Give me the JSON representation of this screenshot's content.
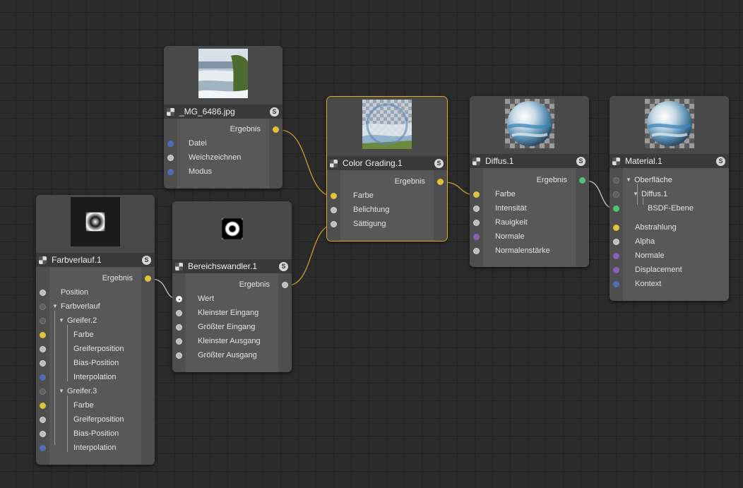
{
  "nodes": {
    "image": {
      "title": "_MG_6486.jpg",
      "badge": "S",
      "output": "Ergebnis",
      "inputs": [
        "Datei",
        "Weichzeichnen",
        "Modus"
      ]
    },
    "color_grading": {
      "title": "Color Grading.1",
      "badge": "S",
      "output": "Ergebnis",
      "inputs": [
        "Farbe",
        "Belichtung",
        "Sättigung"
      ]
    },
    "diffus": {
      "title": "Diffus.1",
      "badge": "S",
      "output": "Ergebnis",
      "inputs": [
        "Farbe",
        "Intensität",
        "Rauigkeit",
        "Normale",
        "Normalenstärke"
      ]
    },
    "material": {
      "title": "Material.1",
      "badge": "S",
      "tree": [
        "Oberfläche",
        "Diffus.1",
        "BSDF-Ebene"
      ],
      "inputs": [
        "Abstrahlung",
        "Alpha",
        "Normale",
        "Displacement",
        "Kontext"
      ]
    },
    "gradient": {
      "title": "Farbverlauf.1",
      "badge": "S",
      "output": "Ergebnis",
      "position": "Position",
      "group": "Farbverlauf",
      "knots": [
        {
          "name": "Greifer.2",
          "params": [
            "Farbe",
            "Greiferposition",
            "Bias-Position",
            "Interpolation"
          ]
        },
        {
          "name": "Greifer.3",
          "params": [
            "Farbe",
            "Greiferposition",
            "Bias-Position",
            "Interpolation"
          ]
        }
      ]
    },
    "range_mapper": {
      "title": "Bereichswandler.1",
      "badge": "S",
      "output": "Ergebnis",
      "inputs": [
        "Wert",
        "Kleinster Eingang",
        "Größter Eingang",
        "Kleinster Ausgang",
        "Größter Ausgang"
      ]
    }
  },
  "colors": {
    "selection": "#e3a92c",
    "wire_color": "#d39a2a",
    "wire_value": "#c8c8c8",
    "port_color": "#e3c13a",
    "port_value": "#bdbdbd",
    "port_vector": "#4f6fb8",
    "port_normal": "#8b5fb8",
    "port_bsdf": "#55c07a"
  }
}
